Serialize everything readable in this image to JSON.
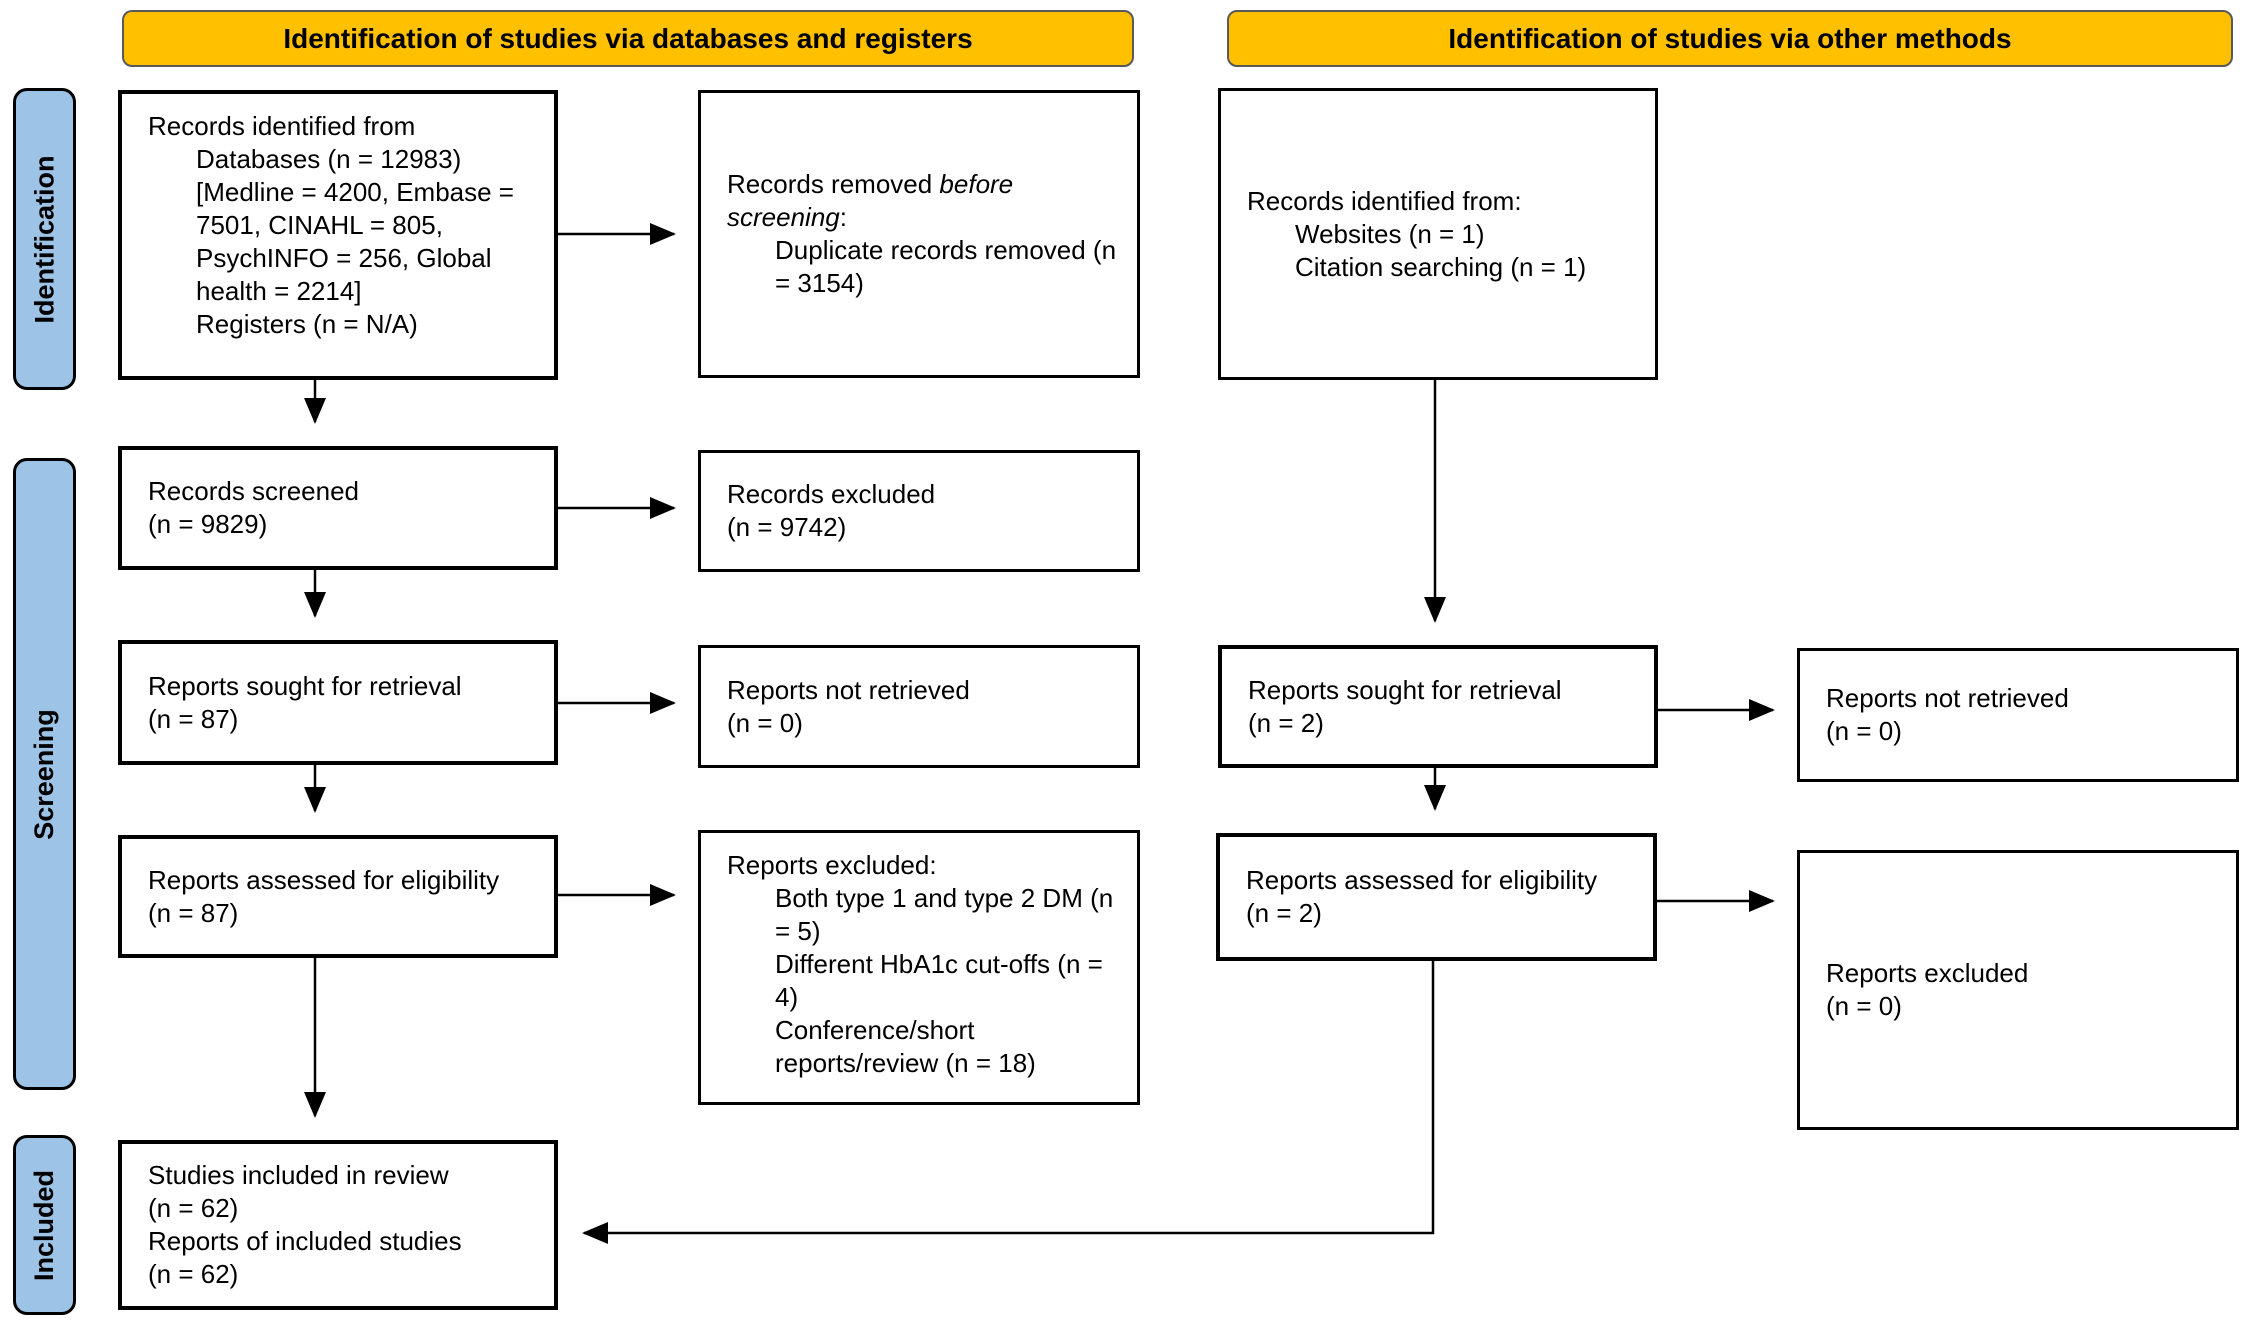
{
  "colors": {
    "header_fill": "#FFC000",
    "sidebar_fill": "#9DC3E6"
  },
  "headers": {
    "left": "Identification of studies via databases and registers",
    "right": "Identification of studies via other methods"
  },
  "stages": {
    "identification": "Identification",
    "screening": "Screening",
    "included": "Included"
  },
  "boxes": {
    "db_identified": {
      "lines": [
        "Records identified from",
        "Databases (n = 12983)",
        "[Medline = 4200, Embase =",
        "7501, CINAHL = 805,",
        "PsychINFO = 256, Global",
        "health = 2214]",
        "Registers (n = N/A)"
      ]
    },
    "records_removed": {
      "prefix": "Records removed ",
      "italic1": "before",
      "italic2": "screening",
      "colon": ":",
      "lines": [
        "Duplicate records removed (n",
        "= 3154)"
      ]
    },
    "other_identified": {
      "lines": [
        "Records identified from:",
        "Websites (n = 1)",
        "Citation searching (n = 1)"
      ]
    },
    "records_screened": {
      "lines": [
        "Records screened",
        "(n = 9829)"
      ]
    },
    "records_excluded": {
      "lines": [
        "Records excluded",
        "(n = 9742)"
      ]
    },
    "reports_sought_db": {
      "lines": [
        "Reports sought for retrieval",
        "(n = 87)"
      ]
    },
    "reports_not_retrieved_db": {
      "lines": [
        "Reports not retrieved",
        "(n = 0)"
      ]
    },
    "reports_assessed_db": {
      "lines": [
        "Reports assessed for eligibility",
        "(n = 87)"
      ]
    },
    "reports_excluded_db": {
      "lines": [
        "Reports excluded:",
        "Both type 1 and type 2 DM (n",
        "= 5)",
        "Different HbA1c cut-offs (n =",
        "4)",
        "Conference/short",
        "reports/review (n = 18)"
      ]
    },
    "included_studies": {
      "lines": [
        "Studies included in review",
        "(n = 62)",
        "Reports of included studies",
        "(n = 62)"
      ]
    },
    "reports_sought_other": {
      "lines": [
        "Reports sought for retrieval",
        "(n = 2)"
      ]
    },
    "reports_not_retrieved_other": {
      "lines": [
        "Reports not retrieved",
        "(n = 0)"
      ]
    },
    "reports_assessed_other": {
      "lines": [
        "Reports assessed for eligibility",
        "(n = 2)"
      ]
    },
    "reports_excluded_other": {
      "lines": [
        "Reports excluded",
        "(n = 0)"
      ]
    }
  }
}
